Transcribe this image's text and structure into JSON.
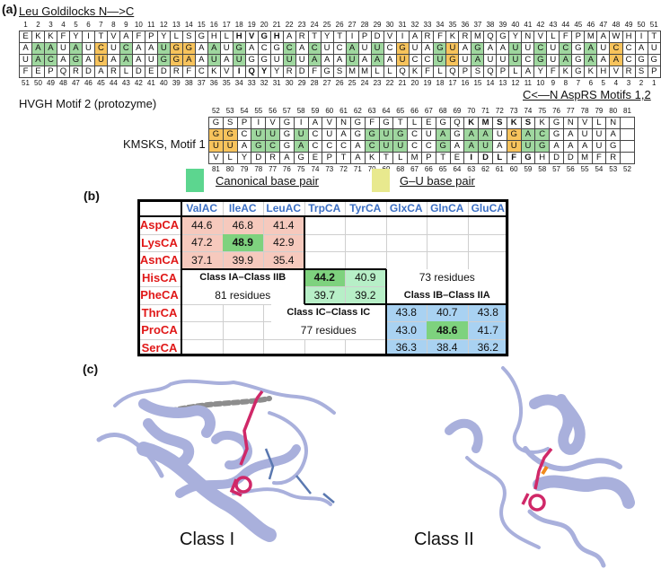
{
  "panel_labels": {
    "a": "(a)",
    "b": "(b)",
    "c": "(c)"
  },
  "panel_a": {
    "title": "Leu Goldilocks N—>C",
    "top_numbers": [
      "1",
      "2",
      "3",
      "4",
      "5",
      "6",
      "7",
      "8",
      "9",
      "10",
      "11",
      "12",
      "13",
      "14",
      "15",
      "16",
      "17",
      "18",
      "19",
      "20",
      "21",
      "22",
      "23",
      "24",
      "25",
      "26",
      "27",
      "28",
      "29",
      "30",
      "31",
      "32",
      "33",
      "34",
      "35",
      "36",
      "37",
      "38",
      "39",
      "40",
      "41",
      "42",
      "43",
      "44",
      "45",
      "46",
      "47",
      "48",
      "49",
      "50",
      "51"
    ],
    "row1": [
      "E",
      "K",
      "K",
      "F",
      "Y",
      "I",
      "T",
      "V",
      "A",
      "F",
      "P",
      "Y",
      "L",
      "S",
      "G",
      "H",
      "L",
      "H",
      "V",
      "G",
      "H",
      "A",
      "R",
      "T",
      "Y",
      "T",
      "I",
      "P",
      "D",
      "V",
      "I",
      "A",
      "R",
      "F",
      "K",
      "R",
      "M",
      "Q",
      "G",
      "Y",
      "N",
      "V",
      "L",
      "F",
      "P",
      "M",
      "A",
      "W",
      "H",
      "I",
      "T"
    ],
    "row1_bold": [
      17,
      18,
      19,
      20
    ],
    "row2": [
      "A",
      "A",
      "A",
      "U",
      "A",
      "U",
      "C",
      "U",
      "C",
      "A",
      "A",
      "U",
      "G",
      "G",
      "A",
      "A",
      "U",
      "G",
      "A",
      "C",
      "G",
      "C",
      "A",
      "C",
      "U",
      "C",
      "A",
      "U",
      "U",
      "C",
      "G",
      "U",
      "A",
      "G",
      "U",
      "A",
      "G",
      "A",
      "A",
      "U",
      "U",
      "C",
      "U",
      "C",
      "G",
      "A",
      "U",
      "C",
      "C",
      "A",
      "U"
    ],
    "row3": [
      "U",
      "A",
      "C",
      "A",
      "G",
      "A",
      "U",
      "A",
      "A",
      "A",
      "U",
      "G",
      "G",
      "A",
      "A",
      "U",
      "A",
      "U",
      "G",
      "G",
      "U",
      "U",
      "U",
      "A",
      "A",
      "A",
      "U",
      "A",
      "A",
      "A",
      "U",
      "C",
      "C",
      "U",
      "G",
      "U",
      "A",
      "U",
      "U",
      "U",
      "C",
      "G",
      "U",
      "A",
      "G",
      "A",
      "A",
      "A",
      "C",
      "G",
      "G"
    ],
    "row2_colors": [
      "",
      "g",
      "g",
      "",
      "g",
      "",
      "y",
      "",
      "g",
      "",
      "",
      "g",
      "y",
      "y",
      "",
      "g",
      "",
      "g",
      "",
      "",
      "",
      "g",
      "",
      "g",
      "",
      "",
      "g",
      "",
      "g",
      "",
      "y",
      "",
      "",
      "g",
      "y",
      "",
      "g",
      "",
      "",
      "g",
      "",
      "g",
      "",
      "g",
      "",
      "g",
      "",
      "y",
      "",
      "",
      ""
    ],
    "row3_colors": [
      "",
      "g",
      "g",
      "",
      "g",
      "",
      "y",
      "",
      "g",
      "",
      "",
      "g",
      "y",
      "y",
      "",
      "g",
      "",
      "g",
      "",
      "",
      "",
      "g",
      "",
      "g",
      "",
      "",
      "g",
      "",
      "g",
      "",
      "y",
      "",
      "",
      "g",
      "y",
      "",
      "g",
      "",
      "",
      "g",
      "",
      "g",
      "",
      "g",
      "",
      "g",
      "",
      "y",
      "",
      "",
      ""
    ],
    "row4": [
      "F",
      "E",
      "P",
      "Q",
      "R",
      "D",
      "A",
      "R",
      "L",
      "D",
      "E",
      "D",
      "R",
      "F",
      "C",
      "K",
      "V",
      "I",
      "Q",
      "Y",
      "Y",
      "R",
      "D",
      "F",
      "G",
      "S",
      "M",
      "M",
      "L",
      "L",
      "Q",
      "K",
      "F",
      "L",
      "Q",
      "P",
      "S",
      "Q",
      "P",
      "L",
      "A",
      "Y",
      "F",
      "K",
      "G",
      "K",
      "H",
      "V",
      "R",
      "S",
      "P"
    ],
    "row4_bold": [
      17,
      18,
      19
    ],
    "bottom_numbers": [
      "51",
      "50",
      "49",
      "48",
      "47",
      "46",
      "45",
      "44",
      "43",
      "42",
      "41",
      "40",
      "39",
      "38",
      "37",
      "36",
      "35",
      "34",
      "33",
      "32",
      "31",
      "30",
      "29",
      "28",
      "27",
      "26",
      "25",
      "24",
      "23",
      "22",
      "21",
      "20",
      "19",
      "18",
      "17",
      "16",
      "15",
      "14",
      "13",
      "12",
      "11",
      "10",
      "9",
      "8",
      "7",
      "6",
      "5",
      "4",
      "3",
      "2",
      "1"
    ],
    "left_caption": "HVGH Motif 2 (protozyme)",
    "right_caption": "C<—N AspRS Motifs 1,2",
    "kmsks_caption": "KMSKS, Motif 1",
    "k_top_numbers": [
      "52",
      "53",
      "54",
      "55",
      "56",
      "57",
      "58",
      "59",
      "60",
      "61",
      "62",
      "63",
      "64",
      "65",
      "66",
      "67",
      "68",
      "69",
      "70",
      "71",
      "72",
      "73",
      "74",
      "75",
      "76",
      "77",
      "78",
      "79",
      "80",
      "81"
    ],
    "k_row1": [
      "G",
      "S",
      "P",
      "I",
      "V",
      "G",
      "I",
      "A",
      "V",
      "N",
      "G",
      "F",
      "G",
      "T",
      "L",
      "E",
      "G",
      "Q",
      "K",
      "M",
      "S",
      "K",
      "S",
      "K",
      "G",
      "N",
      "V",
      "L",
      "N",
      ""
    ],
    "k_row1_bold": [
      18,
      19,
      20,
      21,
      22
    ],
    "k_row2": [
      "G",
      "G",
      "C",
      "U",
      "U",
      "G",
      "U",
      "C",
      "U",
      "A",
      "G",
      "G",
      "U",
      "G",
      "C",
      "U",
      "A",
      "G",
      "A",
      "A",
      "U",
      "G",
      "A",
      "C",
      "G",
      "A",
      "U",
      "U",
      "A",
      ""
    ],
    "k_row3": [
      "U",
      "U",
      "A",
      "G",
      "C",
      "G",
      "A",
      "C",
      "C",
      "C",
      "A",
      "C",
      "U",
      "U",
      "C",
      "C",
      "G",
      "A",
      "A",
      "U",
      "A",
      "U",
      "U",
      "G",
      "A",
      "A",
      "A",
      "U",
      "G",
      ""
    ],
    "k_row2_colors": [
      "y",
      "y",
      "",
      "g",
      "g",
      "",
      "g",
      "",
      "",
      "",
      "",
      "g",
      "g",
      "g",
      "",
      "",
      "g",
      "",
      "g",
      "g",
      "",
      "y",
      "g",
      "g",
      "",
      "",
      "",
      "",
      "",
      ""
    ],
    "k_row3_colors": [
      "y",
      "y",
      "",
      "g",
      "g",
      "",
      "g",
      "",
      "",
      "",
      "",
      "g",
      "g",
      "g",
      "",
      "",
      "g",
      "",
      "g",
      "g",
      "",
      "y",
      "g",
      "g",
      "",
      "",
      "",
      "",
      "",
      ""
    ],
    "k_row4": [
      "V",
      "L",
      "Y",
      "D",
      "R",
      "A",
      "G",
      "E",
      "P",
      "T",
      "A",
      "K",
      "T",
      "L",
      "M",
      "P",
      "T",
      "E",
      "I",
      "D",
      "L",
      "F",
      "G",
      "H",
      "D",
      "D",
      "M",
      "F",
      "R",
      ""
    ],
    "k_row4_bold": [
      18,
      19,
      20,
      21,
      22
    ],
    "k_bottom_numbers": [
      "81",
      "80",
      "79",
      "78",
      "77",
      "76",
      "75",
      "74",
      "73",
      "72",
      "71",
      "70",
      "69",
      "68",
      "67",
      "66",
      "65",
      "64",
      "63",
      "62",
      "61",
      "60",
      "59",
      "58",
      "57",
      "56",
      "55",
      "54",
      "53",
      "52"
    ],
    "legend": {
      "canonical": "Canonical base pair",
      "gu": "G–U base pair",
      "canonical_color": "#5cd68f",
      "gu_color": "#e8e98e"
    }
  },
  "panel_b": {
    "col_headers": [
      "ValAC",
      "IleAC",
      "LeuAC",
      "TrpCA",
      "TyrCA",
      "GlxCA",
      "GlnCA",
      "GluCA"
    ],
    "row_headers": [
      "AspCA",
      "LysCA",
      "AsnCA",
      "HisCA",
      "PheCA",
      "ThrCA",
      "ProCA",
      "SerCA"
    ],
    "ia_values": [
      [
        "44.6",
        "46.8",
        "41.4"
      ],
      [
        "47.2",
        "48.9",
        "42.9"
      ],
      [
        "37.1",
        "39.9",
        "35.4"
      ]
    ],
    "ic_values": [
      [
        "44.2",
        "40.9"
      ],
      [
        "39.7",
        "39.2"
      ]
    ],
    "ii_values": [
      [
        "43.8",
        "40.7",
        "43.8"
      ],
      [
        "43.0",
        "48.6",
        "41.7"
      ],
      [
        "36.3",
        "38.4",
        "36.2"
      ]
    ],
    "label_iaiib": "Class IA–Class IIB",
    "label_81": "81 residues",
    "label_73": "73 residues",
    "label_ibiia": "Class IB–Class IIA",
    "label_icic": "Class IC–Class IC",
    "label_77": "77 residues",
    "colors": {
      "pink": "#f6c9bd",
      "green": "#b7efc7",
      "blue": "#a9d2f2",
      "highlight": "#7ed27e",
      "header_blue": "#3b6fc4",
      "row_red": "#e01818"
    }
  },
  "panel_c": {
    "class1_label": "Class I",
    "class2_label": "Class II",
    "ribbon_color": "#a9b0dc",
    "ligand_color": "#d02868"
  }
}
